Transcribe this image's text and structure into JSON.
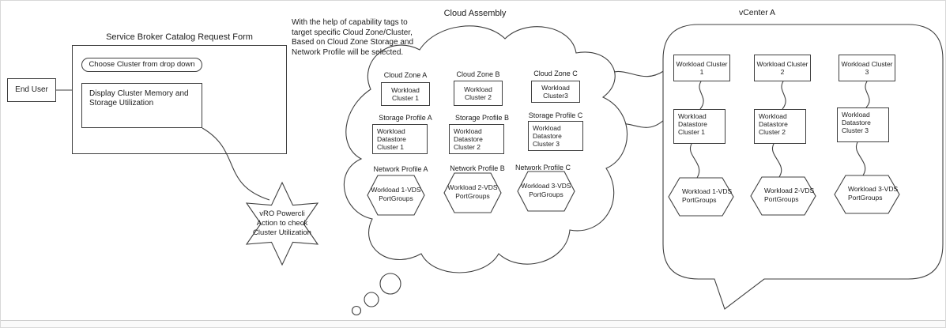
{
  "end_user": {
    "label": "End User"
  },
  "service_broker_form": {
    "title": "Service Broker Catalog Request Form",
    "dropdown_label": "Choose Cluster from drop down",
    "display_label": "Display Cluster Memory and Storage Utilization"
  },
  "star": {
    "label": "vRO Powercli\nAction to check\nCluster Utilization"
  },
  "annotation": {
    "text": "With the help of capability tags to\ntarget specific Cloud Zone/Cluster,\nBased on Cloud Zone Storage and\nNetwork Profile will be selected."
  },
  "cloud_assembly": {
    "title": "Cloud Assembly",
    "zones": [
      {
        "zone": "Cloud Zone A",
        "cluster": "Workload Cluster 1",
        "storage": "Storage Profile A",
        "datastore": "Workload Datastore Cluster 1",
        "network": "Network Profile A",
        "portgroups": "Workload 1-VDS\nPortGroups"
      },
      {
        "zone": "Cloud Zone B",
        "cluster": "Workload Cluster 2",
        "storage": "Storage Profile B",
        "datastore": "Workload Datastore Cluster 2",
        "network": "Network Profile B",
        "portgroups": "Workload 2-VDS\nPortGroups"
      },
      {
        "zone": "Cloud Zone C",
        "cluster": "Workload Cluster3",
        "storage": "Storage Profile C",
        "datastore": "Workload Datastore Cluster 3",
        "network": "Network Profile C",
        "portgroups": "Workload 3-VDS\nPortGroups"
      }
    ]
  },
  "vcenter": {
    "title": "vCenter A",
    "columns": [
      {
        "cluster": "Workload Cluster 1",
        "datastore": "Workload Datastore Cluster 1",
        "portgroups": "Workload 1-VDS\nPortGroups"
      },
      {
        "cluster": "Workload Cluster 2",
        "datastore": "Workload Datastore Cluster 2",
        "portgroups": "Workload 2-VDS\nPortGroups"
      },
      {
        "cluster": "Workload Cluster 3",
        "datastore": "Workload Datastore Cluster 3",
        "portgroups": "Workload 3-VDS\nPortGroups"
      }
    ]
  },
  "colors": {
    "line": "#3f3f3f",
    "background": "#ffffff",
    "text": "#1c1c1c"
  }
}
